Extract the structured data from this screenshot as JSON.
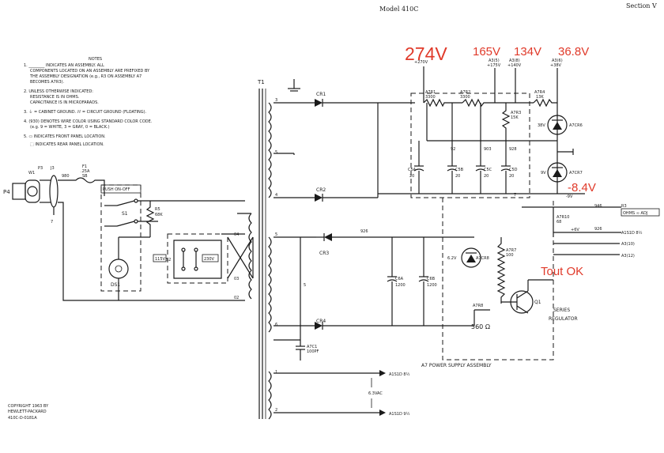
{
  "header": {
    "model": "Model 410C",
    "section": "Section V"
  },
  "annotations": {
    "v274": "274V",
    "v165": "165V",
    "v134": "134V",
    "v36_8": "36.8V",
    "vm8_4": "-8.4V",
    "tout_ok": "Tout OK",
    "r_value": "560 Ω"
  },
  "notes": {
    "title": "NOTES",
    "n1a": "1. ________ INDICATES AN ASSEMBLY. ALL",
    "n1b": "COMPONENTS LOCATED ON AN ASSEMBLY ARE PREFIXED BY",
    "n1c": "THE ASSEMBLY DESIGNATION (e.g., R3 ON ASSEMBLY A7",
    "n1d": "BECOMES A7R3).",
    "n2a": "2. UNLESS OTHERWISE INDICATED:",
    "n2b": "RESISTANCE IS IN OHMS.",
    "n2c": "CAPACITANCE IS IN MICROFARADS.",
    "n3": "3. ⏚ = CABINET GROUND.  ⫽⫽ = CIRCUIT GROUND (FLOATING).",
    "n4a": "4. (930) DENOTES WIRE COLOR USING STANDARD COLOR CODE.",
    "n4b": "(e.g. 9 = WHITE, 3 = GRAY, 0 = BLACK.)",
    "n5a": "5. ▭ INDICATES FRONT PANEL LOCATION.",
    "n5b": "⬚ INDICATES REAR PANEL LOCATION."
  },
  "labels": {
    "t1": "T1",
    "p4": "P4",
    "w1": "W1",
    "p3": "P3",
    "j3": "J3",
    "w980": "980",
    "f1": "F1",
    "f1a": ".25A",
    "f1b": "SB",
    "push": "PUSH ON-OFF",
    "s1": "S1",
    "ds1": "DS1",
    "r5": "R5",
    "r5v": "68K",
    "s2": "S2",
    "v115": "115V",
    "v230": "230V",
    "w04": "04",
    "w03": "03",
    "w02": "02",
    "cr1": "CR1",
    "cr2": "CR2",
    "cr3": "CR3",
    "cr4": "CR4",
    "a7r1": "A7R1",
    "a7r1v": "3300",
    "a7r2": "A7R2",
    "a7r2v": "3300",
    "a7r3": "A7R3",
    "a7r3v": "15K",
    "a7r4": "A7R4",
    "a7r4v": "13K",
    "a7cr6": "A7CR6",
    "v38": "38V",
    "a7cr7": "A7CR7",
    "v9": "9V",
    "c5a": "C5A",
    "c5b": "C5B",
    "c5c": "C5C",
    "c5d": "C5D",
    "c5v": "20",
    "w92": "92",
    "w903": "903",
    "w928": "928",
    "w926": "926",
    "w946": "946",
    "tp270": "+270V",
    "tp175a": "A3(5)",
    "tp175b": "+175V",
    "tp140a": "A3(8)",
    "tp140b": "+140V",
    "tp38a": "A3(6)",
    "tp38b": "+38V",
    "m9v": "-9V",
    "r3": "R3",
    "ohms": "OHMS ∞ ADJ",
    "a7r10": "A7R10",
    "a7r10v": "68",
    "p6v": "+6V",
    "a310": "A3(10)",
    "a312": "A3(12)",
    "c6a": "C6A",
    "c6b": "C6B",
    "c6v": "1200",
    "a7cr8": "A7CR8",
    "v62": "6.2V",
    "a7r7": "A7R7",
    "a7r7v": "100",
    "a7r8": "A7R8",
    "q1": "Q1",
    "series": "SERIES",
    "regulator": "REGULATOR",
    "a7c1": "A7C1",
    "a7c1v": "100PF",
    "assembly": "A7 POWER SUPPLY ASSEMBLY",
    "a1s1d8": "A1S1D 8½",
    "a1s1d9": "A1S1D 9½",
    "vac": "6.3VAC",
    "n1": "1",
    "n2": "2",
    "n3": "3",
    "n4": "4",
    "n5": "5",
    "n6": "6",
    "n7": "7"
  },
  "copyright": {
    "line1": "COPYRIGHT 1963 BY",
    "line2": "HEWLETT-PACKARD",
    "code": "410C-D-0181A"
  }
}
